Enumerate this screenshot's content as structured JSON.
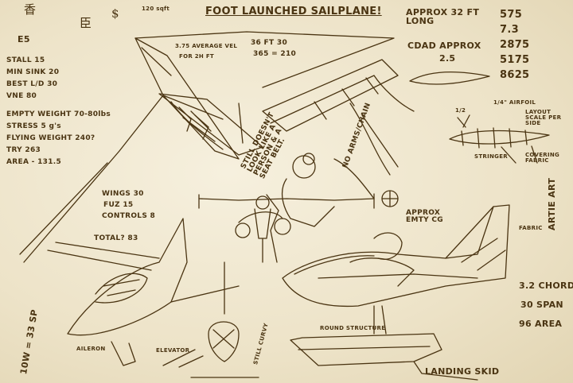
{
  "stamps": {
    "a": "香",
    "b": "E5",
    "c": "臣",
    "d": "$"
  },
  "notes": {
    "area_small": "120 sqft",
    "title": "FOOT LAUNCHED SAILPLANE!",
    "length": "APPROX 32 FT LONG",
    "vel": "3.75 AVERAGE VEL",
    "vel_b": "FOR 2H FT",
    "weight_a": "36 FT 30",
    "weight_b": "365 = 210",
    "cdad": "CDAD APPROX",
    "cdad_val": "2.5",
    "person": "STILL DOESN'T LOOK LIKE A PERSON & A SEAT BELT.",
    "chain": "NO ARMS/CHAIN",
    "wings": "WINGS 30",
    "fuz": "FUZ 15",
    "controls": "CONTROLS 8",
    "total": "TOTAL? 83",
    "airfoil": "1/4\" AIRFOIL",
    "nose": "1/2",
    "layout": "LAYOUT SCALE PER SIDE",
    "covering": "COVERING FABRIC",
    "stringer": "STRINGER",
    "cg": "APPROX EMTY CG",
    "fabric": "FABRIC",
    "artie": "ARTIE ART",
    "spec_chord": "3.2 CHORD",
    "spec_span": "30 SPAN",
    "spec_area": "96 AREA",
    "round_structure": "ROUND STRUCTURE",
    "landing_skid": "LANDING SKID",
    "still_curvy": "STILL CURVY",
    "elevator": "ELEVATOR",
    "aileron": "AILERON",
    "margin_left": "10W = 33 SP"
  },
  "specs": [
    "STALL 15",
    "MIN SINK 20",
    "BEST L/D 30",
    "VNE 80",
    "EMPTY WEIGHT 70-80lbs",
    "STRESS 5 g's",
    "FLYING WEIGHT 240?",
    "TRY 263",
    "AREA - 131.5"
  ],
  "calc": [
    "575",
    "7.3",
    "2875",
    "5175",
    "8625"
  ]
}
